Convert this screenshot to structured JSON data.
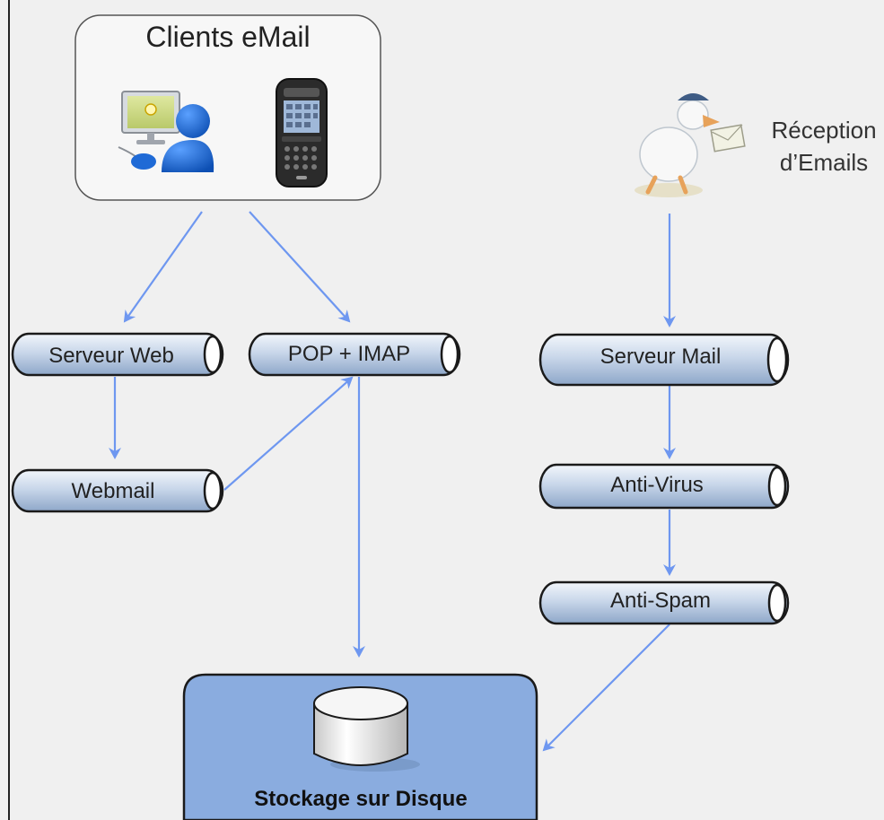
{
  "diagram": {
    "clients_title": "Clients eMail",
    "reception_label_line1": "Réception",
    "reception_label_line2": "d’Emails",
    "nodes": {
      "serveur_web": "Serveur Web",
      "pop_imap": "POP + IMAP",
      "webmail": "Webmail",
      "serveur_mail": "Serveur Mail",
      "anti_virus": "Anti-Virus",
      "anti_spam": "Anti-Spam",
      "stockage": "Stockage sur Disque"
    },
    "icons": {
      "clients_computer": "desktop-user-icon",
      "clients_phone": "smartphone-icon",
      "reception": "mail-bird-icon",
      "storage": "disk-cylinder-icon"
    },
    "colors": {
      "background": "#f0f0f0",
      "pipe_fill_top": "#e6eef8",
      "pipe_fill_bottom": "#9ab0cf",
      "pipe_stroke": "#1a1a1a",
      "arrow": "#6e97f0",
      "storage_fill": "#8aacdf",
      "storage_stroke": "#1a1a1a",
      "clients_box_fill": "#f7f7f7"
    }
  }
}
